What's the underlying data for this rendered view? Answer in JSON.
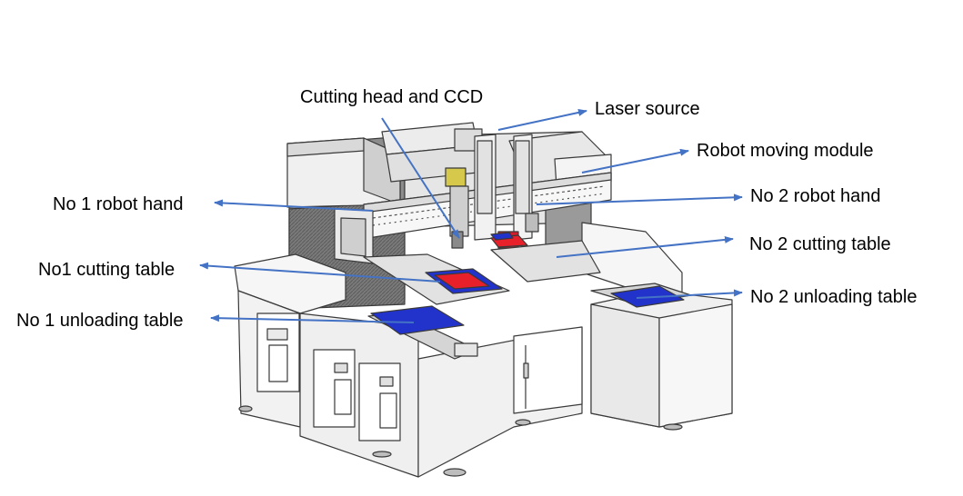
{
  "labels": {
    "cutting_head_ccd": "Cutting head and CCD",
    "laser_source": "Laser source",
    "robot_moving_module": "Robot moving module",
    "no1_robot_hand": "No 1 robot hand",
    "no2_robot_hand": "No 2 robot hand",
    "no2_cutting_table": "No 2 cutting table",
    "no1_cutting_table": "No1 cutting table",
    "no2_unloading_table": "No 2 unloading table",
    "no1_unloading_table": "No 1 unloading table"
  },
  "colors": {
    "arrow": "#4472C4",
    "table_blue": "#2233CC",
    "table_red": "#E8202A",
    "machine_line": "#3A3A3A",
    "machine_fill": "#F2F2F2",
    "machine_dark": "#6E6E6E"
  }
}
